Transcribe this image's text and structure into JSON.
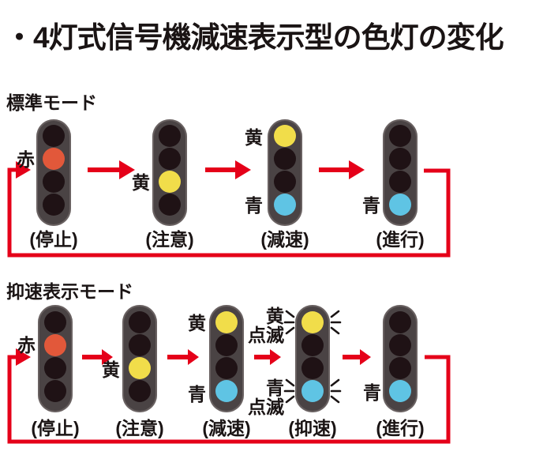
{
  "title": "・4灯式信号機減速表示型の色灯の変化",
  "colors": {
    "line_red": "#e50019",
    "lamp_red": "#e2583a",
    "lamp_yellow": "#f1dd4a",
    "lamp_blue": "#5fc4e4",
    "lamp_off": "#1f1215",
    "body_gray": "#4a4344",
    "text_black": "#1a1414"
  },
  "sections": [
    {
      "label": "標準モード",
      "signals": [
        {
          "caption": "(停止)",
          "lamps": [
            "off",
            "red",
            "off",
            "off"
          ],
          "labels": [
            {
              "text": "赤"
            }
          ]
        },
        {
          "caption": "(注意)",
          "lamps": [
            "off",
            "off",
            "yellow",
            "off"
          ],
          "labels": [
            {
              "text": "黄"
            }
          ]
        },
        {
          "caption": "(減速)",
          "lamps": [
            "yellow",
            "off",
            "off",
            "blue"
          ],
          "labels": [
            {
              "text": "黄"
            },
            {
              "text": "青"
            }
          ]
        },
        {
          "caption": "(進行)",
          "lamps": [
            "off",
            "off",
            "off",
            "blue"
          ],
          "labels": [
            {
              "text": "青"
            }
          ]
        }
      ]
    },
    {
      "label": "抑速表示モード",
      "signals": [
        {
          "caption": "(停止)",
          "lamps": [
            "off",
            "red",
            "off",
            "off"
          ],
          "labels": [
            {
              "text": "赤"
            }
          ]
        },
        {
          "caption": "(注意)",
          "lamps": [
            "off",
            "off",
            "yellow",
            "off"
          ],
          "labels": [
            {
              "text": "黄"
            }
          ]
        },
        {
          "caption": "(減速)",
          "lamps": [
            "yellow",
            "off",
            "off",
            "blue"
          ],
          "labels": [
            {
              "text": "黄"
            },
            {
              "text": "青"
            }
          ]
        },
        {
          "caption": "(抑速)",
          "lamps": [
            "yellow",
            "off",
            "off",
            "blue"
          ],
          "blinking": [
            0,
            3
          ],
          "labels": [
            {
              "text": "黄\n点滅"
            },
            {
              "text": "青\n点滅"
            }
          ]
        },
        {
          "caption": "(進行)",
          "lamps": [
            "off",
            "off",
            "off",
            "blue"
          ],
          "labels": [
            {
              "text": "青"
            }
          ]
        }
      ]
    }
  ]
}
